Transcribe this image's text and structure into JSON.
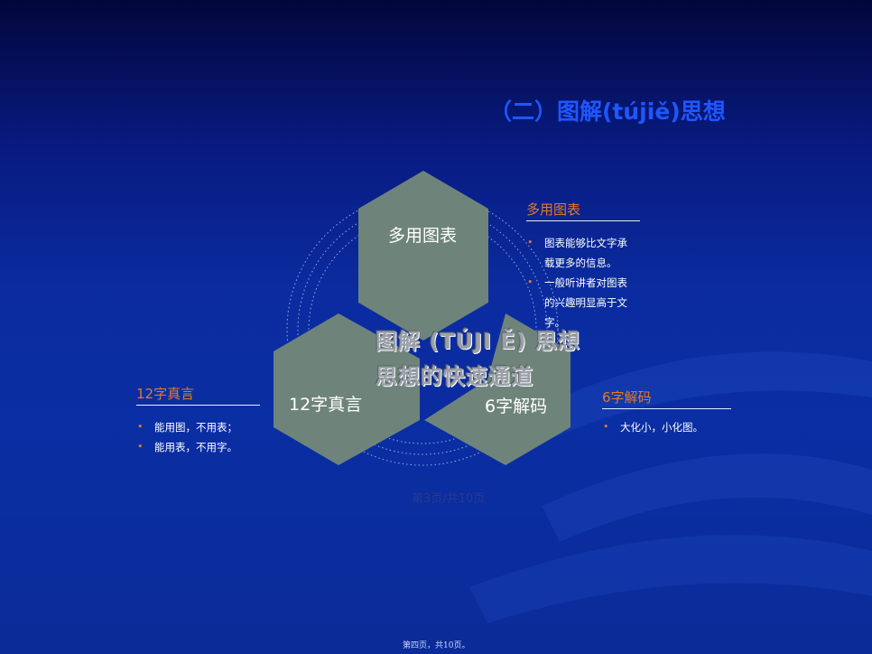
{
  "slide": {
    "title": "（二）图解(tújiě)思想",
    "center_text": {
      "line1": "图解 (TÚJI Ě) 思想",
      "line2": "思想的快速通道"
    },
    "hexagons": [
      {
        "label": "多用图表"
      },
      {
        "label": "12字真言"
      },
      {
        "label": "6字解码"
      }
    ],
    "sections": {
      "top_right": {
        "heading": "多用图表",
        "bullets": [
          "图表能够比文字承",
          "载更多的信息。",
          "一般听讲者对图表",
          "的兴趣明显高于文",
          "字。"
        ]
      },
      "left": {
        "heading": "12字真言",
        "bullets": [
          "能用图，不用表；",
          "能用表，不用字。"
        ]
      },
      "right": {
        "heading": "6字解码",
        "bullets": [
          "大化小，小化图。"
        ]
      }
    },
    "page_indicator": "第3页/共10页",
    "footer": "第四页，共10页。",
    "colors": {
      "hex_fill": "#6e847a",
      "accent_orange": "#e07a2a",
      "title_blue": "#1f56ff"
    }
  }
}
